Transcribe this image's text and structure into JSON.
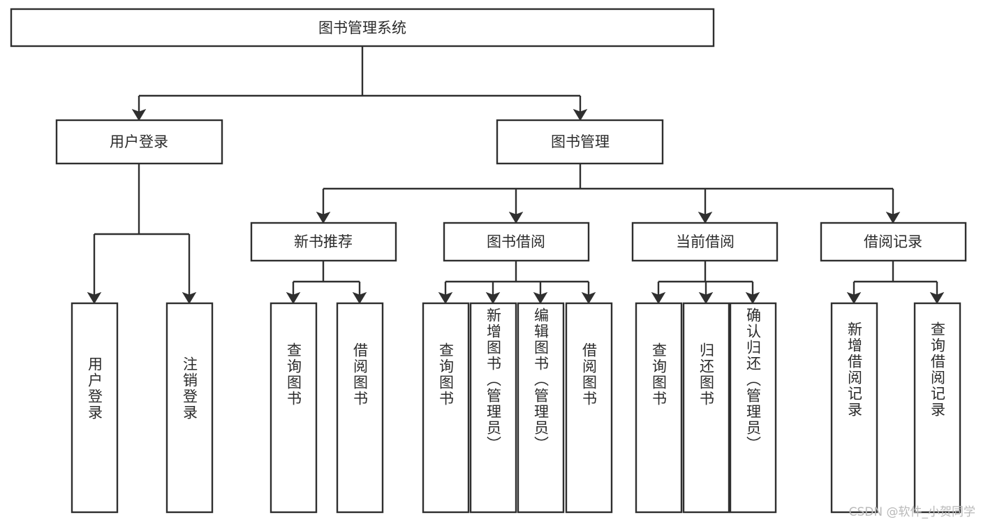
{
  "diagram": {
    "title": "图书管理系统",
    "type": "tree",
    "orientation": "top-down",
    "colors": {
      "box_fill": "#ffffff",
      "box_stroke": "#2f2f2f",
      "text": "#2b2b2b",
      "background": "#ffffff",
      "watermark": "#b9b9b9"
    },
    "root": {
      "label": "图书管理系统"
    },
    "level2": [
      {
        "label": "用户登录"
      },
      {
        "label": "图书管理"
      }
    ],
    "level3": [
      {
        "label": "新书推荐"
      },
      {
        "label": "图书借阅"
      },
      {
        "label": "当前借阅"
      },
      {
        "label": "借阅记录"
      }
    ],
    "leaves": {
      "user_login": [
        {
          "label": "用户登录"
        },
        {
          "label": "注销登录"
        }
      ],
      "new_book_recommend": [
        {
          "label": "查询图书"
        },
        {
          "label": "借阅图书"
        }
      ],
      "book_borrow": [
        {
          "label": "查询图书"
        },
        {
          "label": "新增图书（管理员）"
        },
        {
          "label": "编辑图书（管理员）"
        },
        {
          "label": "借阅图书"
        }
      ],
      "current_borrow": [
        {
          "label": "查询图书"
        },
        {
          "label": "归还图书"
        },
        {
          "label": "确认归还（管理员）"
        }
      ],
      "borrow_record": [
        {
          "label": "新增借阅记录"
        },
        {
          "label": "查询借阅记录"
        }
      ]
    }
  },
  "watermark": {
    "text": "CSDN @软件_小贺同学"
  }
}
